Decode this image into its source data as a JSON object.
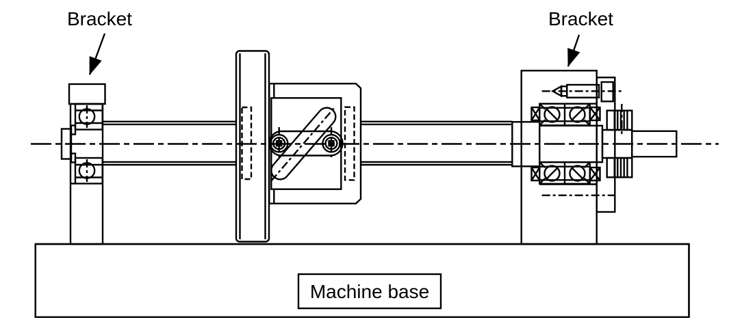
{
  "labels": {
    "left_bracket": "Bracket",
    "right_bracket": "Bracket",
    "machine_base": "Machine base"
  },
  "colors": {
    "line": "#000000",
    "background": "#ffffff"
  }
}
